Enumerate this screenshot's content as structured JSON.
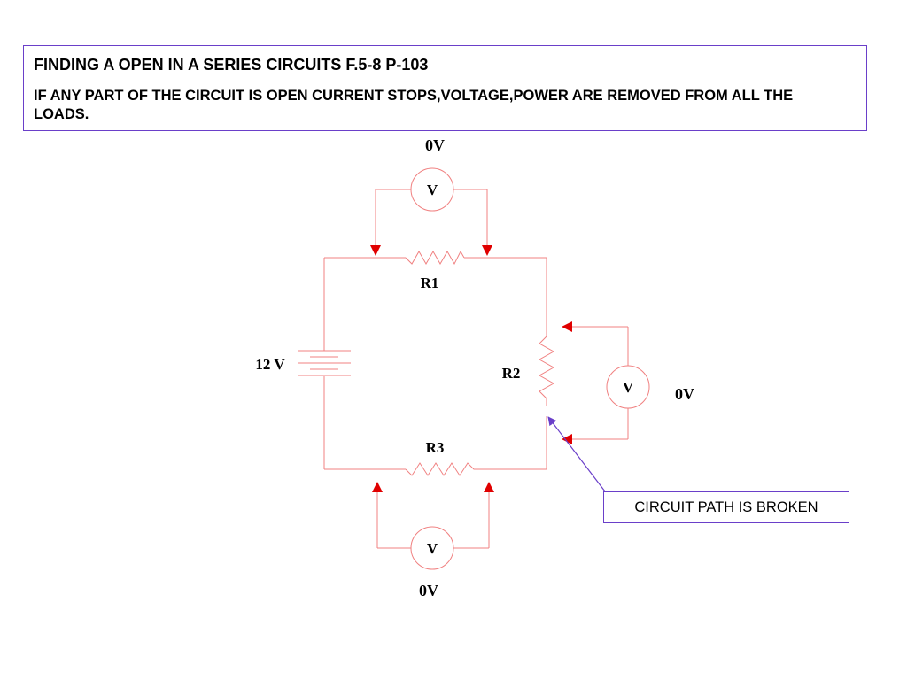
{
  "header": {
    "title": "FINDING A OPEN IN A SERIES CIRCUITS F.5-8 P-103",
    "description": "IF ANY PART OF THE CIRCUIT IS OPEN CURRENT STOPS,VOLTAGE,POWER ARE REMOVED FROM ALL THE LOADS."
  },
  "circuit": {
    "source_label": "12 V",
    "r1_label": "R1",
    "r2_label": "R2",
    "r3_label": "R3",
    "meter_symbol": "V",
    "meter_top_reading": "0V",
    "meter_right_reading": "0V",
    "meter_bottom_reading": "0V",
    "wire_color": "#f08080",
    "arrow_color": "#e00000",
    "pointer_color": "#6a3fc9"
  },
  "annotation": {
    "text": "CIRCUIT PATH IS BROKEN"
  }
}
